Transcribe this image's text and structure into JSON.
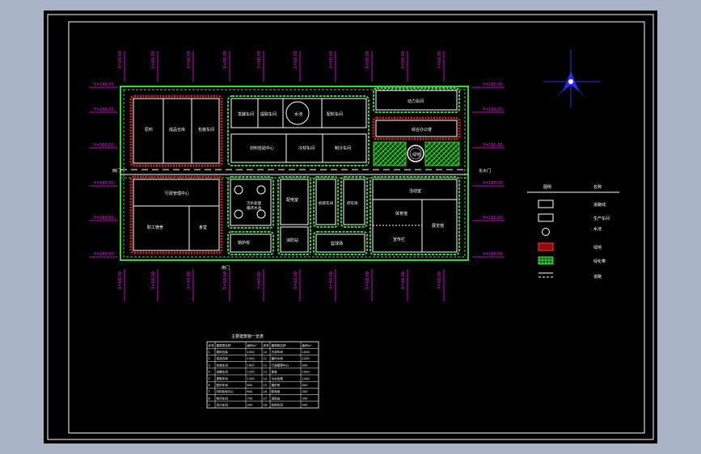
{
  "gates": {
    "west": "西门",
    "east": "东大门",
    "south": "南门"
  },
  "coords": {
    "top_x": [
      "X=60.00",
      "X=60.00",
      "X=60.00",
      "X=60.00",
      "X=60.00",
      "X=60.00",
      "X=60.00",
      "X=60.00",
      "X=60.00",
      "X=60.00"
    ],
    "bottom_x": [
      "X=60.00",
      "X=60.00",
      "X=60.00",
      "X=60.00",
      "X=60.00",
      "X=60.00",
      "X=60.00",
      "X=60.00",
      "X=60.00",
      "X=60.00"
    ],
    "left_y": [
      "Y=160.00",
      "Y=160.00",
      "Y=160.00",
      "Y=160.00",
      "Y=160.00",
      "Y=160.00"
    ],
    "right_y": [
      "Y=160.00",
      "Y=160.00",
      "Y=160.00",
      "Y=160.00",
      "Y=160.00",
      "Y=160.00"
    ]
  },
  "buildings": {
    "b1": "原料",
    "b2": "成品仓库",
    "b3": "包装车间",
    "b4": "发酵车间",
    "b5": "提取车间",
    "b6": "水池",
    "b7": "配料车间",
    "b8": "材料检验中心",
    "b9": "冷却车间",
    "b10": "制冷车间",
    "b11": "动力车间",
    "b12": "综合办公楼",
    "b13": "绿地",
    "b14": "行政管理中心",
    "b15": "职工宿舍",
    "b16": "食堂",
    "b17": "污水处理",
    "b18": "循环水池",
    "b19": "锅炉房",
    "b20": "配电室",
    "b21": "消防站",
    "b22": "机修车间",
    "b23": "停车场",
    "b24": "篮球场",
    "b25": "活动室",
    "b26": "体育馆",
    "b27": "展览馆",
    "b28": "宣传栏"
  },
  "legend": {
    "header_icon": "图例",
    "header_name": "名称",
    "items": [
      "道路线",
      "生产车间",
      "水池",
      "绿地",
      "绿化带",
      "道路"
    ]
  },
  "table": {
    "title": "主要建筑物一览表",
    "headers": [
      "序号",
      "建筑物名称",
      "面积m²",
      "序号",
      "建筑物名称",
      "面积m²"
    ],
    "rows": [
      [
        "1",
        "原料仓库",
        "1000",
        "10",
        "冷却车间",
        "1000"
      ],
      [
        "2",
        "成品仓库",
        "1500",
        "11",
        "循环水池",
        "1200"
      ],
      [
        "3",
        "包装车间",
        "1600",
        "12",
        "行政管理中心",
        "800"
      ],
      [
        "4",
        "发酵车间",
        "1200",
        "13",
        "食堂",
        "1500"
      ],
      [
        "5",
        "提取车间",
        "1300",
        "14",
        "污水处理",
        "1400"
      ],
      [
        "6",
        "配料车间",
        "800",
        "15",
        "锅炉房",
        "600"
      ],
      [
        "7",
        "材料检验中心",
        "600",
        "16",
        "配电室",
        "300"
      ],
      [
        "8",
        "制冷车间",
        "700",
        "17",
        "消防站",
        "300"
      ],
      [
        "9",
        "动力车间",
        "900",
        "18",
        "机修车间",
        "400"
      ]
    ]
  },
  "colors": {
    "background": "#000000",
    "frame": "#ffffff",
    "coord_label": "#ff00ff",
    "road_green": "#3ad43a",
    "wall_red": "#d42020",
    "compass": "#2b2bff"
  }
}
